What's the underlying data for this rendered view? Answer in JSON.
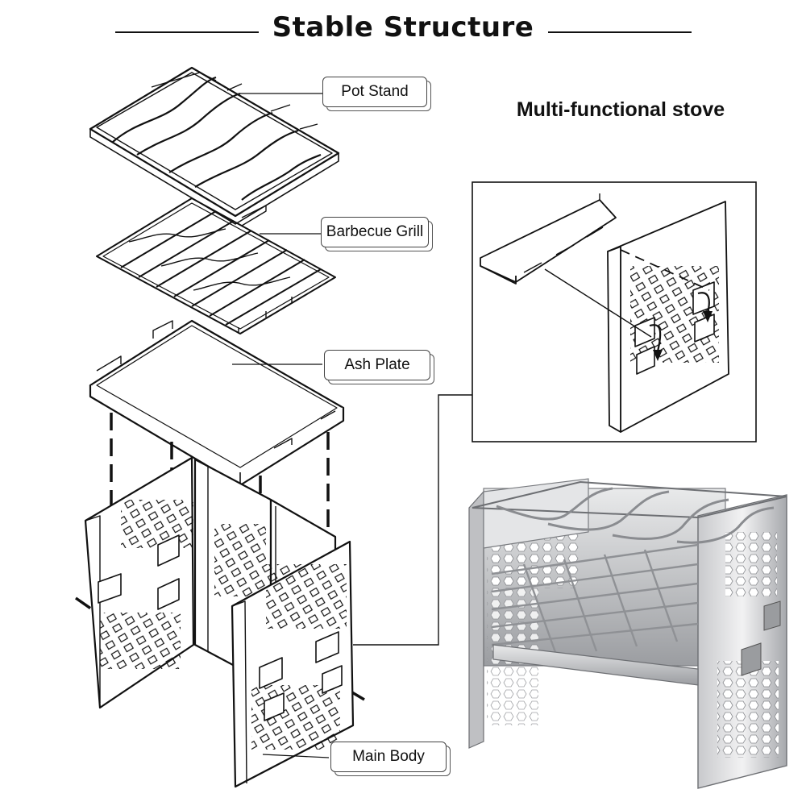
{
  "header": {
    "title": "Stable Structure",
    "subtitle": "Multi-functional stove"
  },
  "callouts": {
    "pot_stand": "Pot Stand",
    "barbecue_grill": "Barbecue Grill",
    "ash_plate": "Ash Plate",
    "main_body": "Main Body"
  },
  "colors": {
    "line": "#111111",
    "steel_light": "#d9dadc",
    "steel_dark": "#8a8c90",
    "background": "#ffffff"
  }
}
